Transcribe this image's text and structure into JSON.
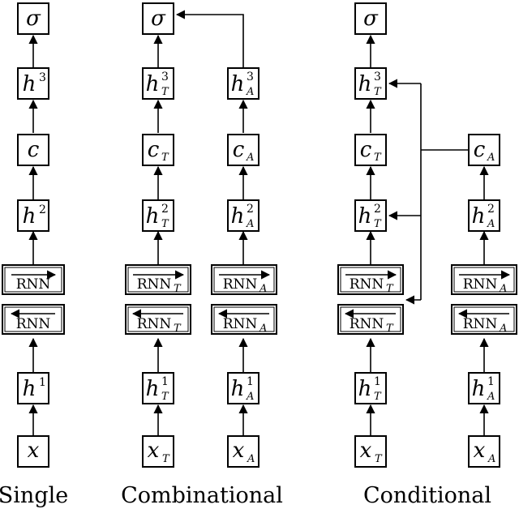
{
  "diagram": {
    "captions": {
      "single": "Single",
      "combinational": "Combinational",
      "conditional": "Conditional"
    },
    "nodes": {
      "sigma": "σ",
      "h": "h",
      "c": "c",
      "x": "x",
      "rnn": "RNN",
      "sup1": "1",
      "sup2": "2",
      "sup3": "3",
      "sub_T": "T",
      "sub_A": "A"
    }
  }
}
